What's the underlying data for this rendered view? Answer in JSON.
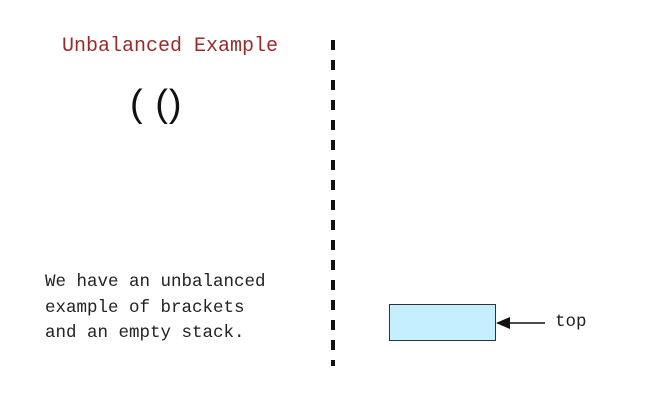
{
  "title": "Unbalanced Example",
  "brackets": "( ()",
  "description": {
    "lines": [
      "We have an unbalanced",
      "example of brackets",
      "and an empty stack."
    ]
  },
  "stack": {
    "pointer_label": "top",
    "fill_color": "#c5eefe",
    "item_count": 0
  },
  "colors": {
    "title": "#9b2b2b",
    "text": "#222222"
  }
}
